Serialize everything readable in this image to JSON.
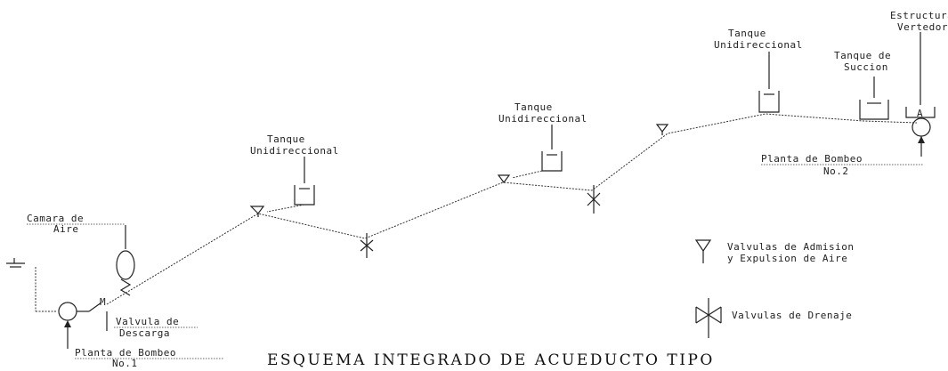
{
  "title": "ESQUEMA INTEGRADO DE ACUEDUCTO TIPO",
  "labels": {
    "camara_aire_1": "Camara de",
    "camara_aire_2": "Aire",
    "valvula_descarga_1": "Valvula de",
    "valvula_descarga_2": "Descarga",
    "planta_bombeo1_1": "Planta de Bombeo",
    "planta_bombeo1_2": "No.1",
    "tanque1_1": "Tanque",
    "tanque1_2": "Unidireccional",
    "tanque2_1": "Tanque",
    "tanque2_2": "Unidireccional",
    "tanque3_1": "Tanque",
    "tanque3_2": "Unidireccional",
    "tanque_succion_1": "Tanque de",
    "tanque_succion_2": "Succion",
    "estructura_1": "Estructura",
    "estructura_2": "Vertedora",
    "planta_bombeo2_1": "Planta de Bombeo",
    "planta_bombeo2_2": "No.2",
    "valve_marker": "M",
    "outlet_marker": "A"
  },
  "legend": {
    "admision_1": "Valvulas de Admision",
    "admision_2": "y Expulsion de Aire",
    "drenaje": "Valvulas de Drenaje"
  }
}
